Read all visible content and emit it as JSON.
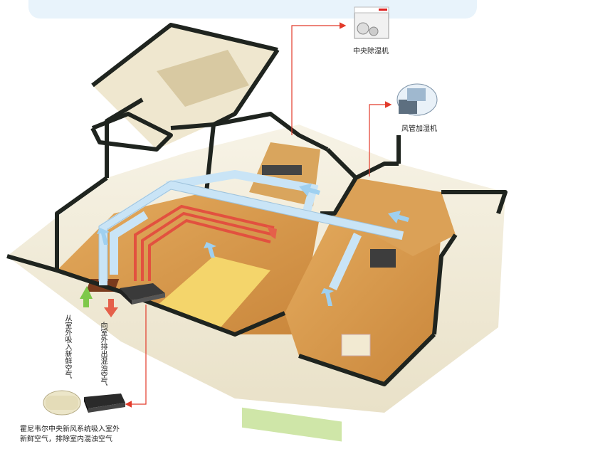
{
  "labels": {
    "dehumidifier": "中央除湿机",
    "humidifier": "风管加湿机",
    "fresh_air_in": "从室外吸入新鲜空气",
    "exhaust_out": "向室外排出混浊空气"
  },
  "caption": {
    "line1": "霍尼韦尔中央新风系统吸入室外",
    "line2": "新鲜空气，排除室内混浊空气"
  },
  "colors": {
    "fresh_duct": "#c9e4f6",
    "fresh_arrow": "#9fd0f0",
    "exhaust_duct": "#e2513f",
    "leader_line": "#e23a2a",
    "floor": "#d79a4c",
    "wall": "#f3eedc",
    "wall_top": "#1f241f"
  },
  "icons": [
    "dehumidifier-unit-icon",
    "duct-humidifier-unit-icon",
    "fresh-air-unit-icon",
    "controller-box-icon"
  ]
}
